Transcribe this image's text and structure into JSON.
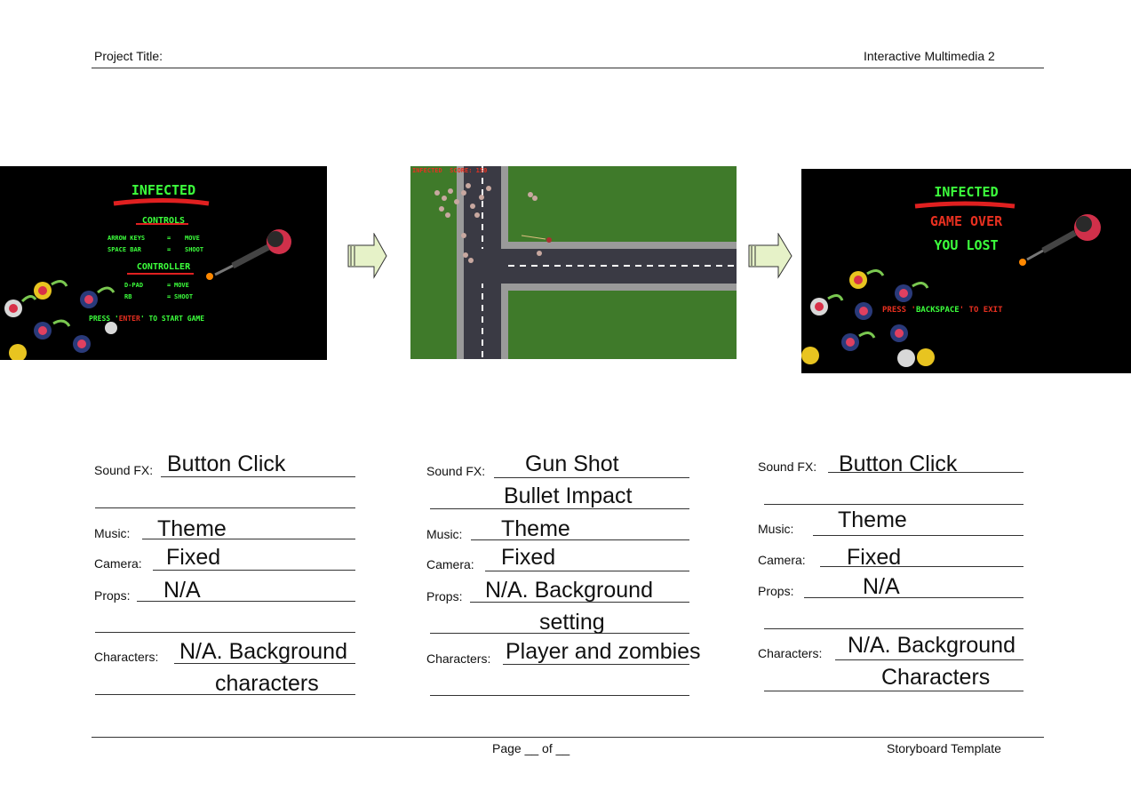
{
  "header": {
    "project_title_label": "Project Title:",
    "course": "Interactive Multimedia 2"
  },
  "footer": {
    "page": "Page __ of __",
    "template": "Storyboard Template"
  },
  "panels": [
    {
      "title": "INFECTED",
      "controls_heading": "CONTROLS",
      "control_rows": [
        {
          "key": "ARROW KEYS",
          "sep": "=",
          "action": "MOVE"
        },
        {
          "key": "SPACE BAR",
          "sep": "=",
          "action": "SHOOT"
        }
      ],
      "controller_heading": "CONTROLLER",
      "controller_rows": [
        {
          "key": "D-PAD",
          "sep": "=",
          "action": "MOVE"
        },
        {
          "key": "RB",
          "sep": "=",
          "action": "SHOOT"
        }
      ],
      "start_prefix": "PRESS '",
      "start_key": "ENTER",
      "start_suffix": "' TO START GAME"
    },
    {
      "hud_infected": "INFECTED",
      "hud_score": "SCORE: 150"
    },
    {
      "title": "INFECTED",
      "game_over": "GAME OVER",
      "you_lost": "YOU LOST",
      "exit_prefix": "PRESS '",
      "exit_key": "BACKSPACE",
      "exit_suffix": "' TO EXIT"
    }
  ],
  "columns": [
    {
      "sound_fx_label": "Sound FX:",
      "sound_fx": [
        "Button Click",
        ""
      ],
      "music_label": "Music:",
      "music": "Theme",
      "camera_label": "Camera:",
      "camera": "Fixed",
      "props_label": "Props:",
      "props": [
        "N/A",
        ""
      ],
      "characters_label": "Characters:",
      "characters": [
        "N/A. Background",
        "characters"
      ]
    },
    {
      "sound_fx_label": "Sound FX:",
      "sound_fx": [
        "Gun Shot",
        "Bullet Impact"
      ],
      "music_label": "Music:",
      "music": "Theme",
      "camera_label": "Camera:",
      "camera": "Fixed",
      "props_label": "Props:",
      "props": [
        "N/A. Background",
        "setting"
      ],
      "characters_label": "Characters:",
      "characters": [
        "Player and zombies",
        ""
      ]
    },
    {
      "sound_fx_label": "Sound FX:",
      "sound_fx": [
        "Button Click",
        ""
      ],
      "music_label": "Music:",
      "music": "Theme",
      "camera_label": "Camera:",
      "camera": "Fixed",
      "props_label": "Props:",
      "props": [
        "N/A",
        ""
      ],
      "characters_label": "Characters:",
      "characters": [
        "N/A. Background",
        "Characters"
      ]
    }
  ],
  "colors": {
    "title_green": "#3cff3c",
    "menu_red": "#e83020",
    "grass": "#3f7a2a",
    "road": "#3a3a44",
    "arrow_fill": "#e6f2c8"
  }
}
